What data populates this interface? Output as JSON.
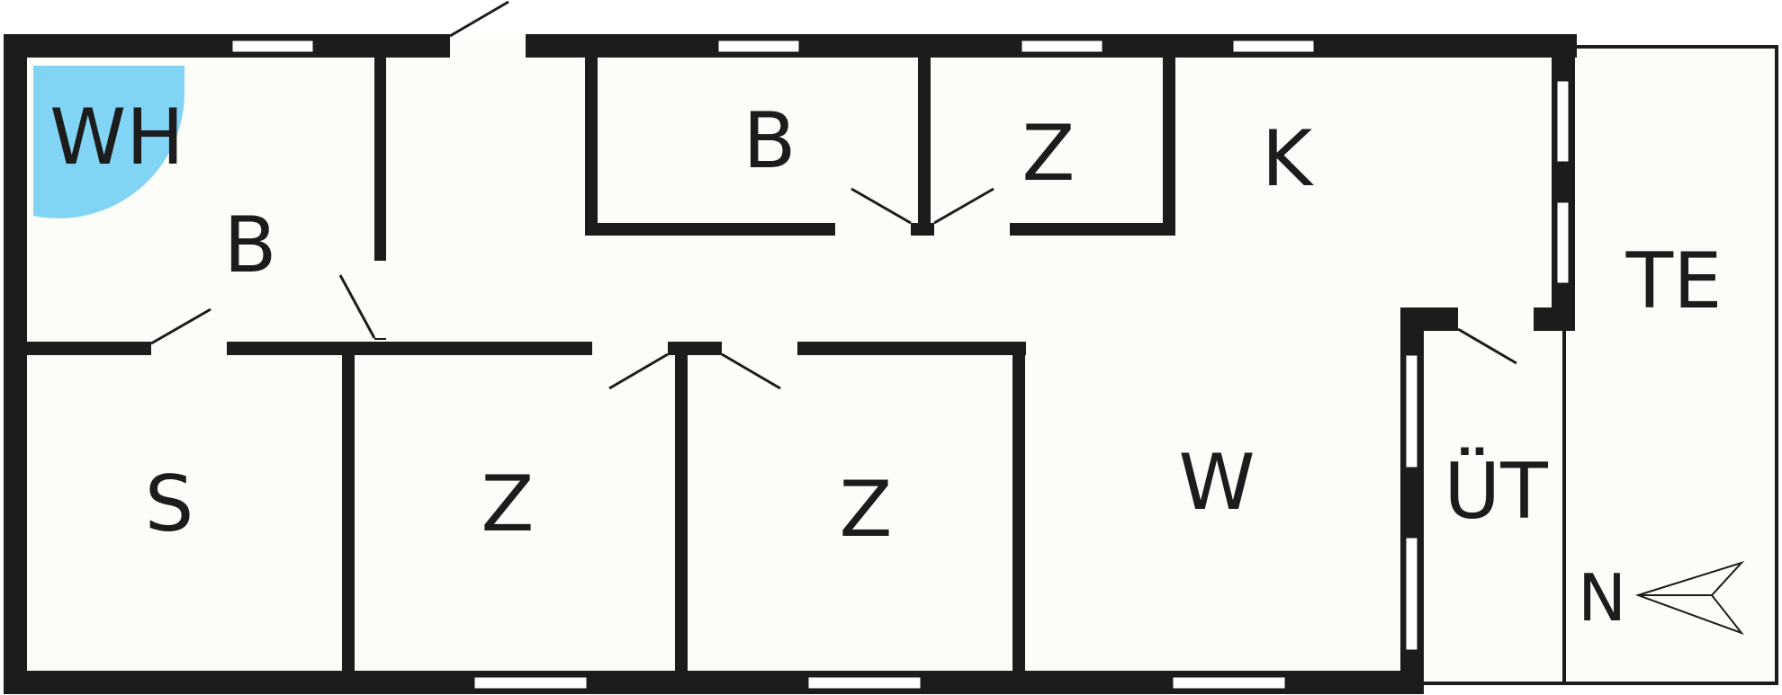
{
  "rooms": [
    {
      "id": "wh",
      "label": "WH"
    },
    {
      "id": "bath-west",
      "label": "B"
    },
    {
      "id": "bath-north",
      "label": "B"
    },
    {
      "id": "room-north",
      "label": "Z"
    },
    {
      "id": "kitchen",
      "label": "K"
    },
    {
      "id": "terrace",
      "label": "TE"
    },
    {
      "id": "sauna",
      "label": "S"
    },
    {
      "id": "room-south-1",
      "label": "Z"
    },
    {
      "id": "room-south-2",
      "label": "Z"
    },
    {
      "id": "living",
      "label": "W"
    },
    {
      "id": "utility",
      "label": "ÜT"
    }
  ],
  "compass": {
    "label": "N"
  },
  "colors": {
    "wall": "#1c1c1c",
    "floor": "#fcfcf8",
    "whirlpool": "#82d4f5",
    "window": "#ffffff"
  }
}
